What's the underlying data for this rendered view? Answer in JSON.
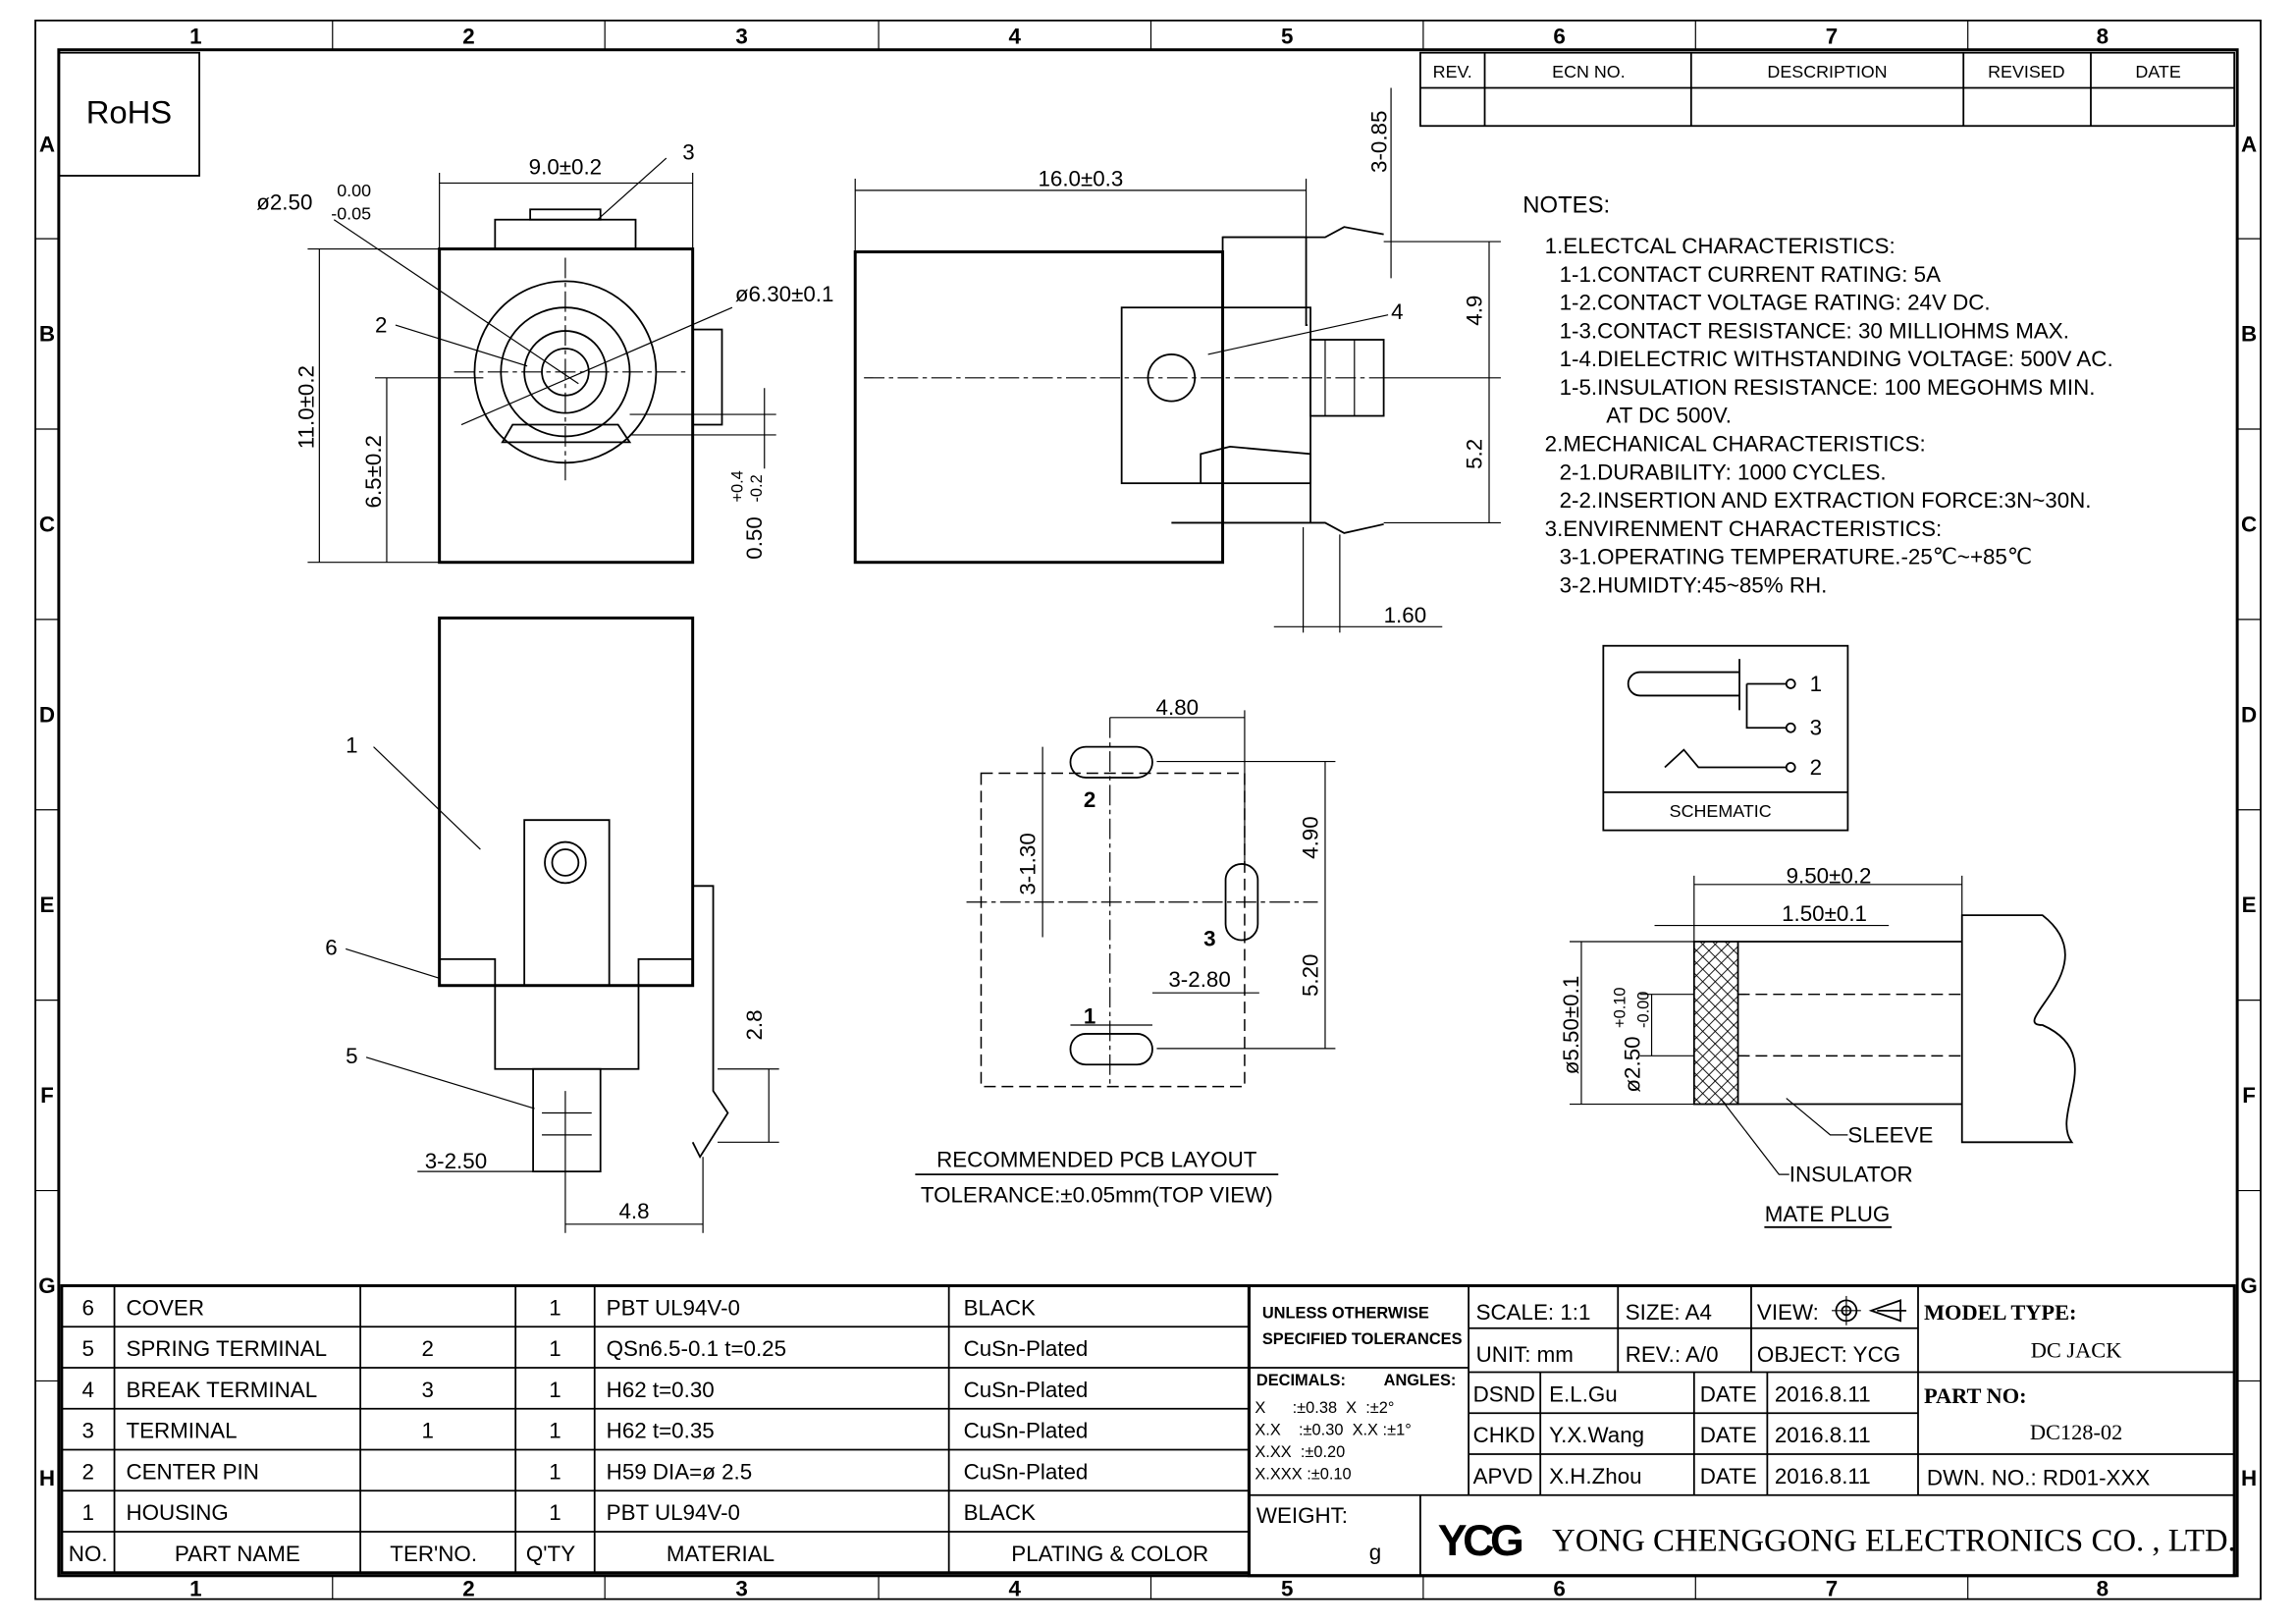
{
  "frame": {
    "columns": [
      "1",
      "2",
      "3",
      "4",
      "5",
      "6",
      "7",
      "8"
    ],
    "rows": [
      "A",
      "B",
      "C",
      "D",
      "E",
      "F",
      "G",
      "H"
    ]
  },
  "rohs": "RoHS",
  "revision_block": {
    "headers": [
      "REV.",
      "ECN NO.",
      "DESCRIPTION",
      "REVISED",
      "DATE"
    ]
  },
  "front_view": {
    "width_dim": "9.0±0.2",
    "pin_dia": "ø2.50",
    "pin_tol_upper": "0.00",
    "pin_tol_lower": "-0.05",
    "outer_dia": "ø6.30±0.1",
    "height_dim": "11.0±0.2",
    "center_height": "6.5±0.2",
    "offset_dim": "0.50",
    "offset_tol_upper": "+0.4",
    "offset_tol_lower": "-0.2",
    "callout_3": "3",
    "callout_2": "2"
  },
  "side_view": {
    "length_dim": "16.0±0.3",
    "terminal_thickness": "3-0.85",
    "upper_dim": "4.9",
    "lower_dim": "5.2",
    "terminal_width": "1.60",
    "callout_4": "4"
  },
  "bottom_view": {
    "callout_1": "1",
    "callout_6": "6",
    "callout_5": "5",
    "pin_height": "2.8",
    "pin_width": "3-2.50",
    "pin_spacing": "4.8"
  },
  "pcb_layout": {
    "top_dim": "4.80",
    "slot_width_v": "3-1.30",
    "right_upper": "4.90",
    "slot_len": "3-2.80",
    "right_lower": "5.20",
    "pin_labels": [
      "1",
      "2",
      "3"
    ],
    "title": "RECOMMENDED PCB LAYOUT",
    "tolerance": "TOLERANCE:±0.05mm(TOP VIEW)"
  },
  "notes": {
    "heading": "NOTES:",
    "lines": [
      "1.ELECTCAL  CHARACTERISTICS:",
      "1-1.CONTACT  CURRENT  RATING:   5A",
      "1-2.CONTACT  VOLTAGE  RATING:   24V  DC.",
      "1-3.CONTACT  RESISTANCE:  30  MILLIOHMS  MAX.",
      "1-4.DIELECTRIC  WITHSTANDING  VOLTAGE:  500V  AC.",
      "1-5.INSULATION  RESISTANCE:  100  MEGOHMS  MIN.",
      "AT  DC  500V.",
      "2.MECHANICAL  CHARACTERISTICS:",
      "2-1.DURABILITY:  1000  CYCLES.",
      "2-2.INSERTION  AND  EXTRACTION  FORCE:3N~30N.",
      "3.ENVIRENMENT  CHARACTERISTICS:",
      "3-1.OPERATING  TEMPERATURE.-25℃~+85℃",
      "3-2.HUMIDTY:45~85%  RH."
    ]
  },
  "schematic": {
    "pins": [
      "1",
      "3",
      "2"
    ],
    "label": "SCHEMATIC"
  },
  "mate_plug": {
    "length_dim": "9.50±0.2",
    "insulator_dim": "1.50±0.1",
    "outer_dia": "ø5.50±0.1",
    "inner_dia": "ø2.50",
    "inner_tol_upper": "+0.10",
    "inner_tol_lower": "-0.00",
    "sleeve": "SLEEVE",
    "insulator": "INSULATOR",
    "title": "MATE PLUG"
  },
  "parts_table": {
    "headers": [
      "NO.",
      "PART NAME",
      "TER'NO.",
      "Q'TY",
      "MATERIAL",
      "PLATING & COLOR"
    ],
    "rows": [
      [
        "6",
        "COVER",
        "",
        "1",
        "PBT  UL94V-0",
        "BLACK"
      ],
      [
        "5",
        "SPRING  TERMINAL",
        "2",
        "1",
        "QSn6.5-0.1  t=0.25",
        "CuSn-Plated"
      ],
      [
        "4",
        "BREAK  TERMINAL",
        "3",
        "1",
        "H62  t=0.30",
        "CuSn-Plated"
      ],
      [
        "3",
        "TERMINAL",
        "1",
        "1",
        "H62  t=0.35",
        "CuSn-Plated"
      ],
      [
        "2",
        "CENTER  PIN",
        "",
        "1",
        "H59  DIA=ø 2.5",
        "CuSn-Plated"
      ],
      [
        "1",
        "HOUSING",
        "",
        "1",
        "PBT  UL94V-0",
        "BLACK"
      ]
    ]
  },
  "title_block": {
    "tolerance_title_1": "UNLESS  OTHERWISE",
    "tolerance_title_2": "SPECIFIED  TOLERANCES",
    "decimals_label": "DECIMALS:",
    "angles_label": "ANGLES:",
    "tolerances": [
      "X      :±0.38  X  :±2°",
      "X.X    :±0.30  X.X :±1°",
      "X.XX  :±0.20",
      "X.XXX :±0.10"
    ],
    "scale": "SCALE: 1:1",
    "size": "SIZE:  A4",
    "view": "VIEW:",
    "unit": "UNIT:  mm",
    "rev": "REV.: A/0",
    "object": "OBJECT:  YCG",
    "model_type_label": "MODEL  TYPE:",
    "model_type": "DC  JACK",
    "part_no_label": "PART  NO:",
    "part_no": "DC128-02",
    "dwn_no": "DWN.  NO.:  RD01-XXX",
    "signoffs": [
      {
        "role": "DSND",
        "name": "E.L.Gu",
        "date_label": "DATE",
        "date": "2016.8.11"
      },
      {
        "role": "CHKD",
        "name": "Y.X.Wang",
        "date_label": "DATE",
        "date": "2016.8.11"
      },
      {
        "role": "APVD",
        "name": "X.H.Zhou",
        "date_label": "DATE",
        "date": "2016.8.11"
      }
    ],
    "weight_label": "WEIGHT:",
    "weight_unit": "g",
    "logo": "YCG",
    "company": "YONG  CHENGGONG  ELECTRONICS  CO. , LTD."
  }
}
